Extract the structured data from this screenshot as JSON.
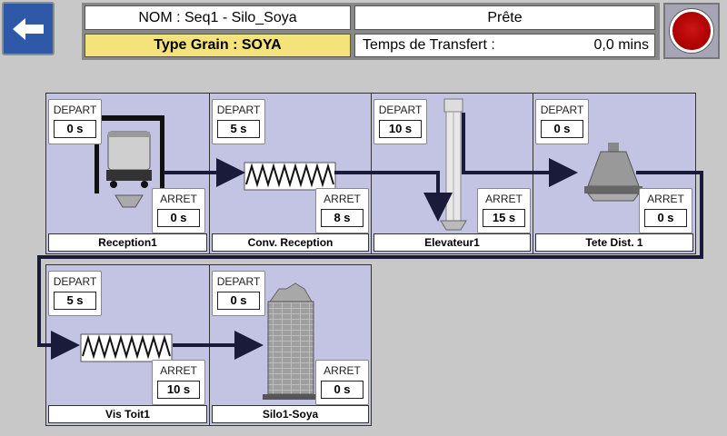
{
  "header": {
    "nom": "NOM : Seq1 - Silo_Soya",
    "status": "Prête",
    "type_grain": "Type Grain : SOYA",
    "transfer_label": "Temps de Transfert :",
    "transfer_value": "0,0 mins"
  },
  "icons": {
    "back": "arrow-left-icon",
    "stop": "red-stop-icon"
  },
  "colors": {
    "back_button": "#2f59a8",
    "stop": "#cc1414",
    "cell_bg": "#c3c3e3",
    "type_grain_bg": "#f4e27a"
  },
  "cells": [
    {
      "name": "Reception1",
      "depart_label": "DEPART",
      "depart": "0 s",
      "arret_label": "ARRET",
      "arret": "0 s"
    },
    {
      "name": "Conv. Reception",
      "depart_label": "DEPART",
      "depart": "5 s",
      "arret_label": "ARRET",
      "arret": "8 s"
    },
    {
      "name": "Elevateur1",
      "depart_label": "DEPART",
      "depart": "10 s",
      "arret_label": "ARRET",
      "arret": "15 s"
    },
    {
      "name": "Tete Dist. 1",
      "depart_label": "DEPART",
      "depart": "0 s",
      "arret_label": "ARRET",
      "arret": "0 s"
    },
    {
      "name": "Vis Toit1",
      "depart_label": "DEPART",
      "depart": "5 s",
      "arret_label": "ARRET",
      "arret": "10 s"
    },
    {
      "name": "Silo1-Soya",
      "depart_label": "DEPART",
      "depart": "0 s",
      "arret_label": "ARRET",
      "arret": "0 s"
    }
  ]
}
